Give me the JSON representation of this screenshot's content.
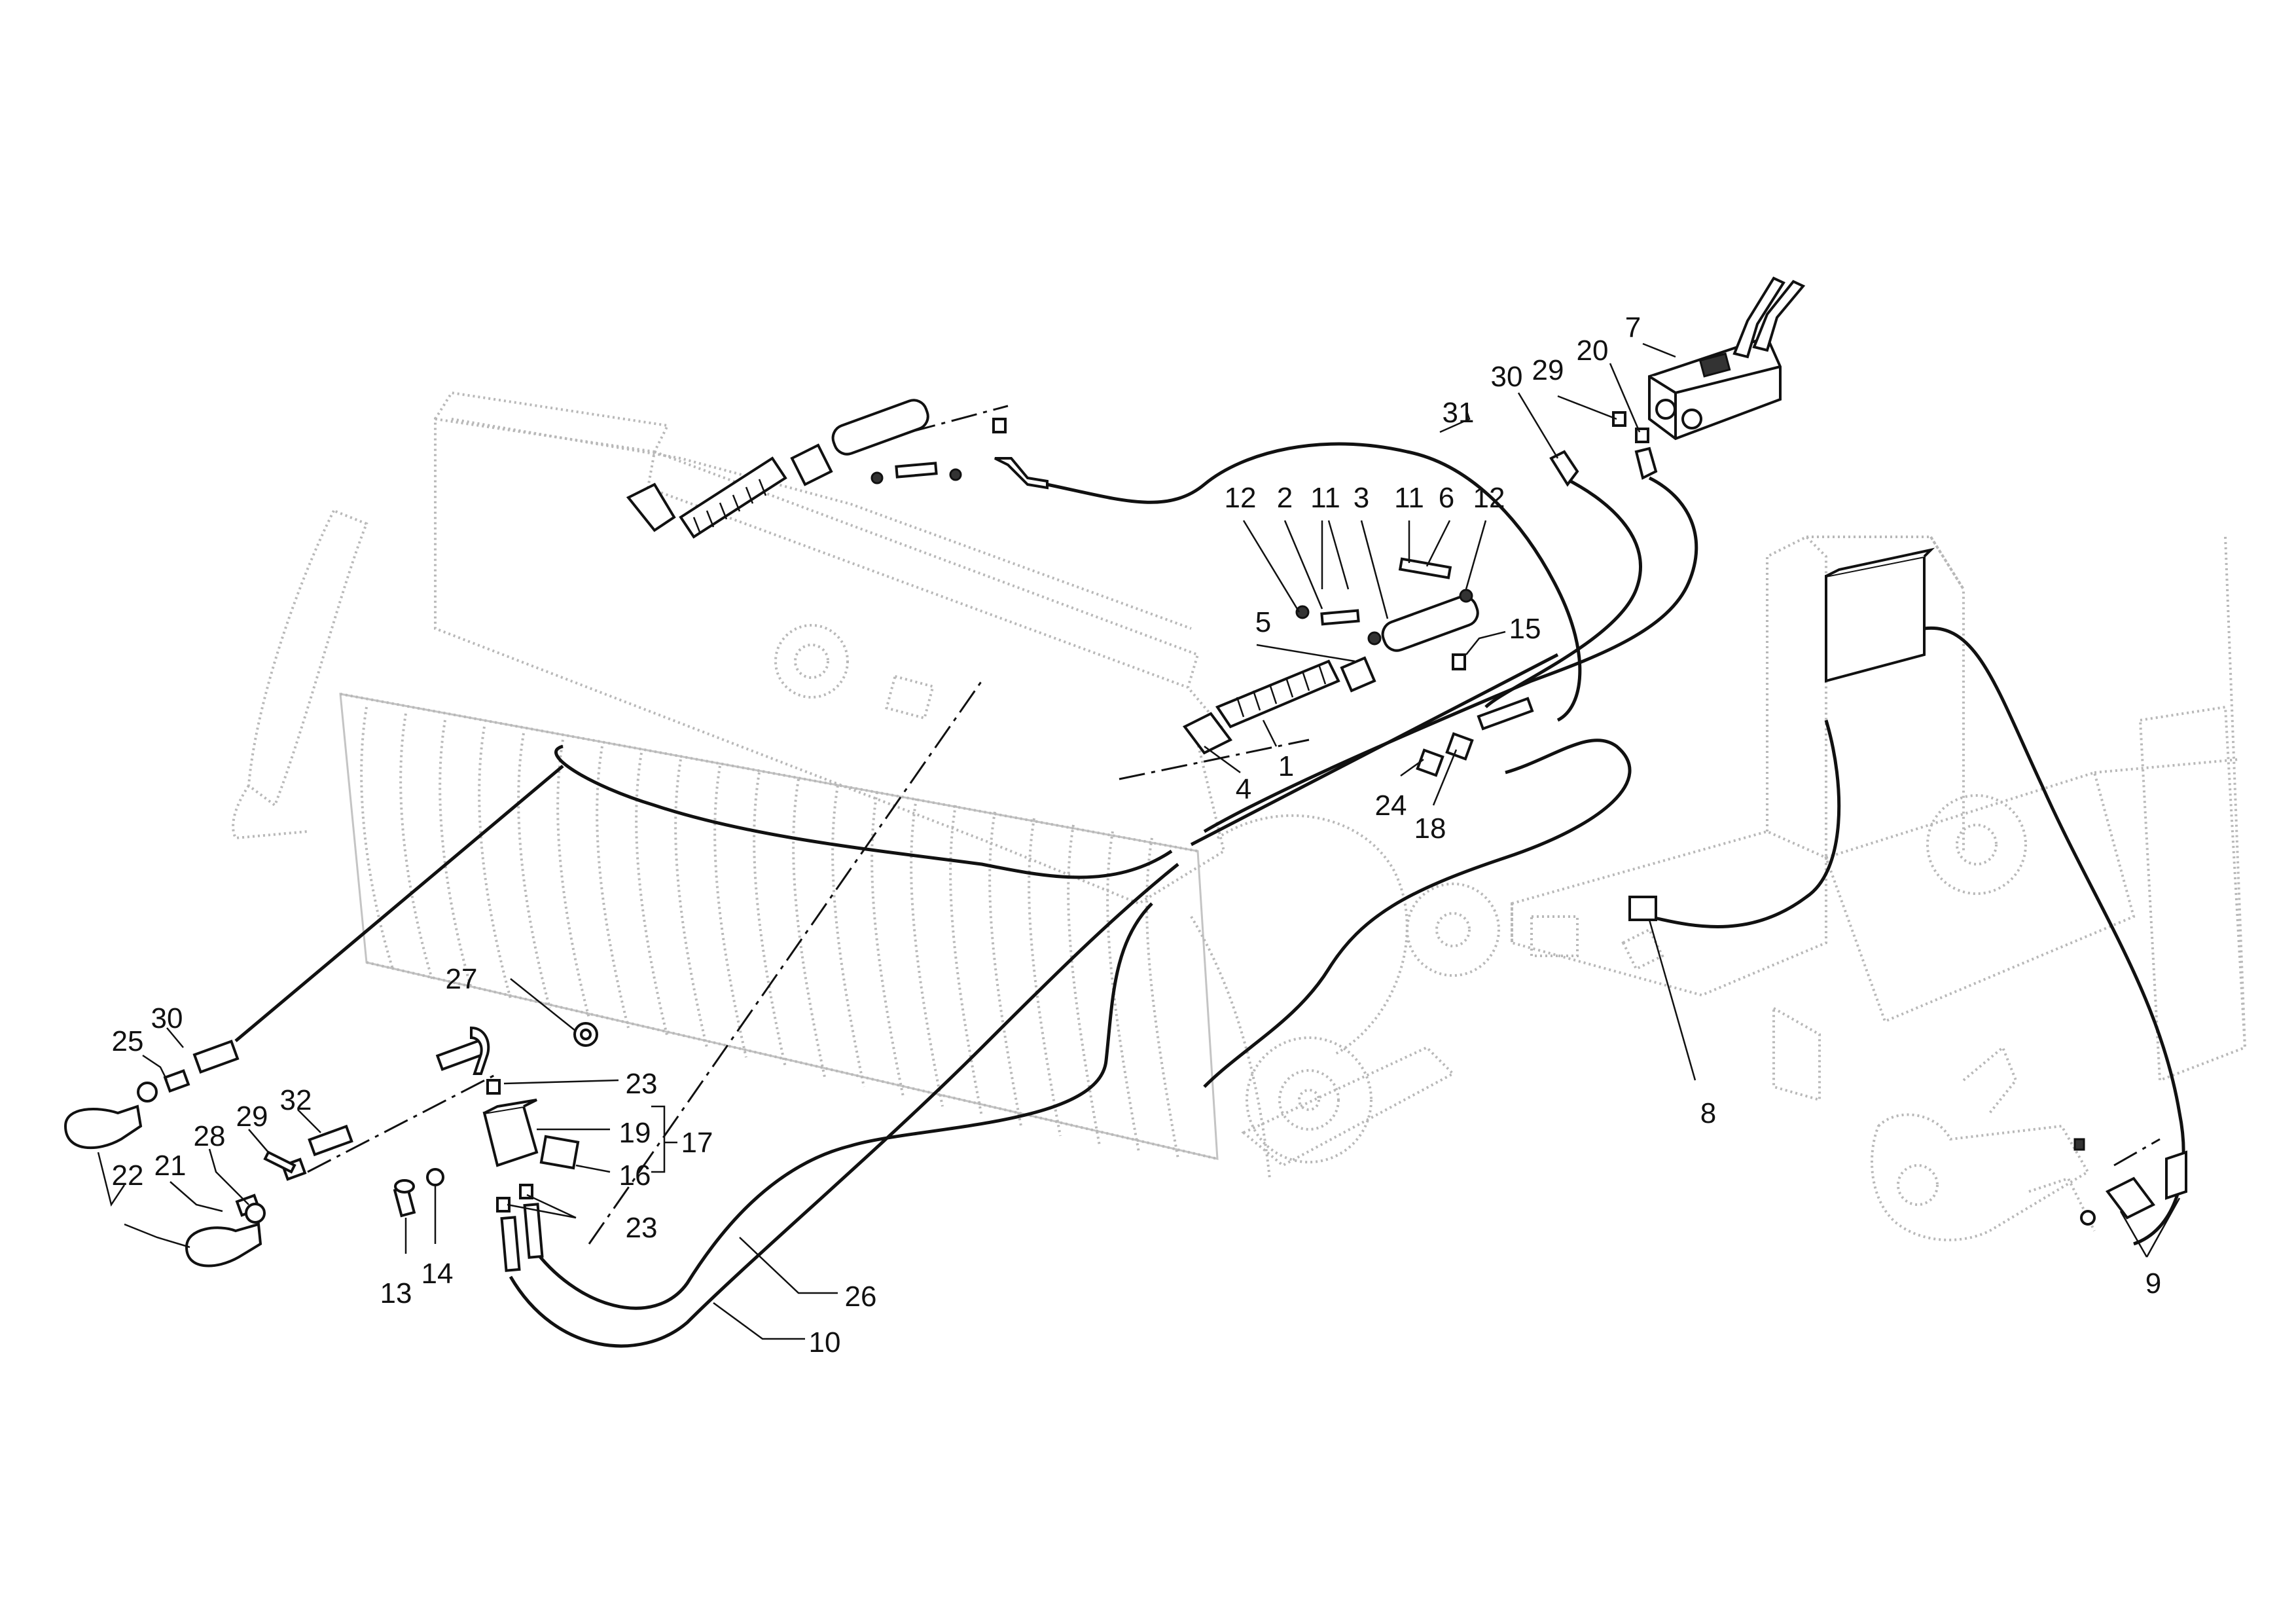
{
  "diagram": {
    "callouts": [
      {
        "id": "c7",
        "text": "7"
      },
      {
        "id": "c20",
        "text": "20"
      },
      {
        "id": "c29a",
        "text": "29"
      },
      {
        "id": "c30a",
        "text": "30"
      },
      {
        "id": "c31",
        "text": "31"
      },
      {
        "id": "c12a",
        "text": "12"
      },
      {
        "id": "c2",
        "text": "2"
      },
      {
        "id": "c11a",
        "text": "11"
      },
      {
        "id": "c3",
        "text": "3"
      },
      {
        "id": "c11b",
        "text": "11"
      },
      {
        "id": "c6",
        "text": "6"
      },
      {
        "id": "c12b",
        "text": "12"
      },
      {
        "id": "c5",
        "text": "5"
      },
      {
        "id": "c15",
        "text": "15"
      },
      {
        "id": "c4",
        "text": "4"
      },
      {
        "id": "c1",
        "text": "1"
      },
      {
        "id": "c24",
        "text": "24"
      },
      {
        "id": "c18",
        "text": "18"
      },
      {
        "id": "c8",
        "text": "8"
      },
      {
        "id": "c9",
        "text": "9"
      },
      {
        "id": "c27",
        "text": "27"
      },
      {
        "id": "c23a",
        "text": "23"
      },
      {
        "id": "c19",
        "text": "19"
      },
      {
        "id": "c17",
        "text": "17"
      },
      {
        "id": "c16",
        "text": "16"
      },
      {
        "id": "c23b",
        "text": "23"
      },
      {
        "id": "c13",
        "text": "13"
      },
      {
        "id": "c14",
        "text": "14"
      },
      {
        "id": "c26",
        "text": "26"
      },
      {
        "id": "c10",
        "text": "10"
      },
      {
        "id": "c25",
        "text": "25"
      },
      {
        "id": "c30b",
        "text": "30"
      },
      {
        "id": "c29b",
        "text": "29"
      },
      {
        "id": "c32",
        "text": "32"
      },
      {
        "id": "c28",
        "text": "28"
      },
      {
        "id": "c21",
        "text": "21"
      },
      {
        "id": "c22",
        "text": "22"
      }
    ]
  }
}
